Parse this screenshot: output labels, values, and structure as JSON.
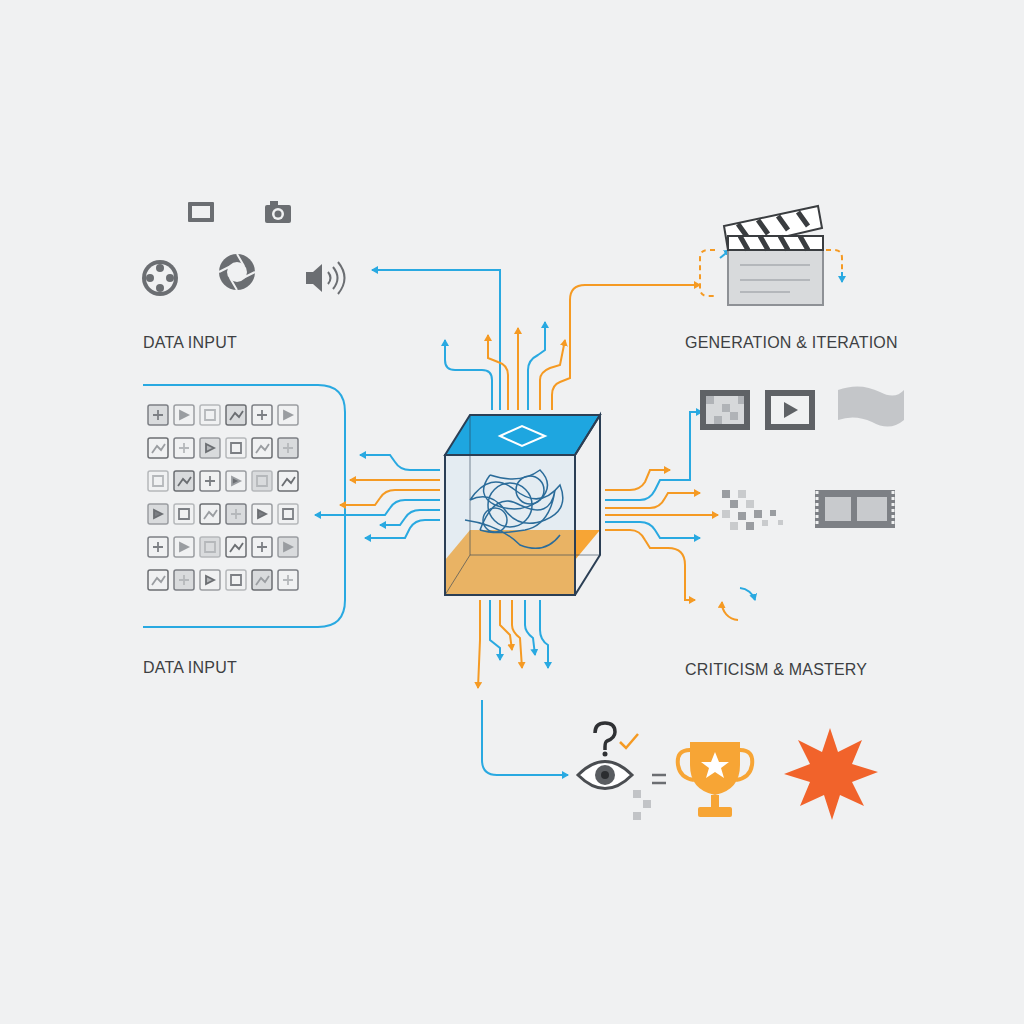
{
  "diagram": {
    "labels": [
      "DATA INPUT",
      "GENERATION & ITERATION",
      "DATA INPUT",
      "CRITICISM & MASTERY"
    ]
  }
}
